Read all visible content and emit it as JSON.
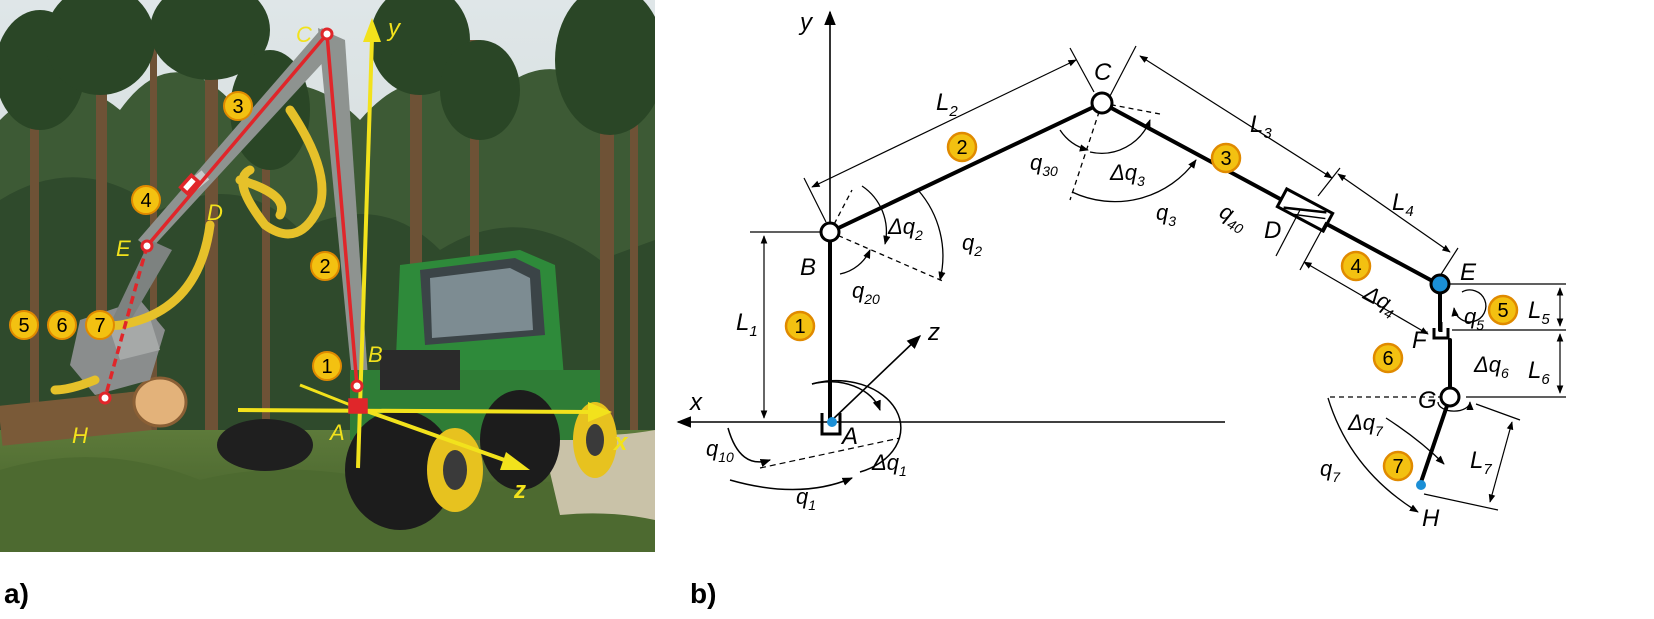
{
  "panels": {
    "a_label": "a)",
    "b_label": "b)"
  },
  "photo": {
    "points": {
      "C": "C",
      "E": "E",
      "D": "D",
      "B": "B",
      "A": "A",
      "H": "H"
    },
    "axes": {
      "x": "x",
      "y": "y",
      "z": "z"
    },
    "numbers": [
      "1",
      "2",
      "3",
      "4",
      "5",
      "6",
      "7"
    ],
    "colors": {
      "skeleton": "#e0262a",
      "axis": "#f2e21c",
      "badge": "#f3c111",
      "hose": "#e6c12a",
      "machine": "#2e8a3a"
    }
  },
  "diagram": {
    "axes": {
      "x": "x",
      "y": "y",
      "z": "z"
    },
    "points": {
      "A": "A",
      "B": "B",
      "C": "C",
      "D": "D",
      "E": "E",
      "F": "F",
      "G": "G",
      "H": "H"
    },
    "numbers": [
      "1",
      "2",
      "3",
      "4",
      "5",
      "6",
      "7"
    ],
    "lengths": {
      "L1": {
        "main": "L",
        "sub": "1"
      },
      "L2": {
        "main": "L",
        "sub": "2"
      },
      "L3": {
        "main": "L",
        "sub": "3"
      },
      "L4": {
        "main": "L",
        "sub": "4"
      },
      "L5": {
        "main": "L",
        "sub": "5"
      },
      "L6": {
        "main": "L",
        "sub": "6"
      },
      "L7": {
        "main": "L",
        "sub": "7"
      }
    },
    "angles": {
      "q1": {
        "main": "q",
        "sub": "1"
      },
      "q10": {
        "main": "q",
        "sub": "10"
      },
      "dq1": {
        "main": "Δq",
        "sub": "1"
      },
      "q2": {
        "main": "q",
        "sub": "2"
      },
      "q20": {
        "main": "q",
        "sub": "20"
      },
      "dq2": {
        "main": "Δq",
        "sub": "2"
      },
      "q3": {
        "main": "q",
        "sub": "3"
      },
      "q30": {
        "main": "q",
        "sub": "30"
      },
      "dq3": {
        "main": "Δq",
        "sub": "3"
      },
      "q40": {
        "main": "q",
        "sub": "40"
      },
      "dq4": {
        "main": "Δq",
        "sub": "4"
      },
      "q5": {
        "main": "q",
        "sub": "5"
      },
      "dq6": {
        "main": "Δq",
        "sub": "6"
      },
      "q7": {
        "main": "q",
        "sub": "7"
      },
      "dq7": {
        "main": "Δq",
        "sub": "7"
      }
    },
    "colors": {
      "badge": "#f3c111",
      "badge_ring": "#e08a00",
      "joint_dot": "#1b8fd6"
    }
  }
}
